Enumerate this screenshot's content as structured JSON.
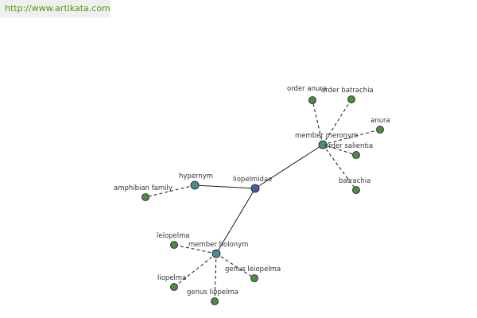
{
  "banner": {
    "url_text": "http://www.artikata.com"
  },
  "colors": {
    "center_node": "#4b5d9a",
    "relation_node": "#4a8a8c",
    "leaf_node": "#4c8c3e",
    "banner_text": "#4e9a06",
    "banner_bg": "#efefef"
  },
  "graph": {
    "center": {
      "id": "liopelmidae",
      "label": "liopelmidae",
      "kind": "center"
    },
    "relations": [
      {
        "id": "hypernym",
        "label": "hypernym",
        "kind": "relation",
        "leaves": [
          {
            "id": "amphibian-family",
            "label": "amphibian family"
          }
        ]
      },
      {
        "id": "member-meronym",
        "label": "member meronym",
        "kind": "relation",
        "leaves": [
          {
            "id": "order-anura",
            "label": "order anura"
          },
          {
            "id": "order-batrachia",
            "label": "order batrachia"
          },
          {
            "id": "anura",
            "label": "anura"
          },
          {
            "id": "order-salientia",
            "label": "order salientia"
          },
          {
            "id": "batrachia",
            "label": "batrachia"
          }
        ]
      },
      {
        "id": "member-holonym",
        "label": "member holonym",
        "kind": "relation",
        "leaves": [
          {
            "id": "leiopelma",
            "label": "leiopelma"
          },
          {
            "id": "liopelma",
            "label": "liopelma"
          },
          {
            "id": "genus-liopelma",
            "label": "genus liopelma"
          },
          {
            "id": "genus-leiopelma",
            "label": "genus leiopelma"
          }
        ]
      }
    ]
  }
}
